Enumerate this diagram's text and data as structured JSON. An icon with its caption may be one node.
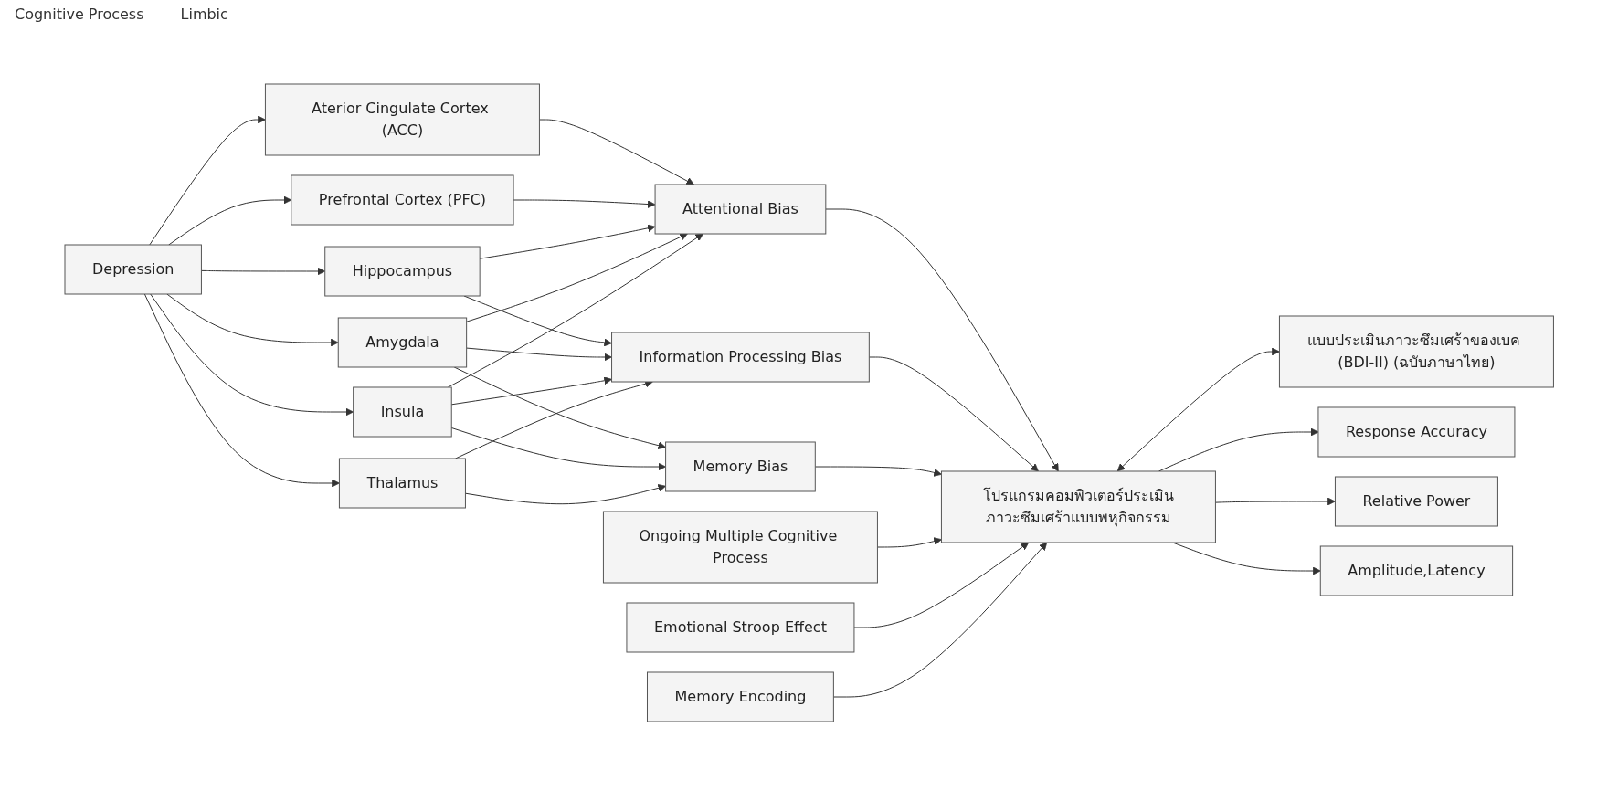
{
  "diagram": {
    "nodes": [
      {
        "text": [
          "Depression"
        ]
      },
      {
        "text": [
          "Aterior Cingulate Cortex (ACC)"
        ]
      },
      {
        "text": [
          "Prefrontal Cortex (PFC)"
        ]
      },
      {
        "text": [
          "Hippocampus"
        ]
      },
      {
        "text": [
          "Amygdala"
        ]
      },
      {
        "text": [
          "Insula"
        ]
      },
      {
        "text": [
          "Thalamus"
        ]
      },
      {
        "text": [
          "Attentional Bias"
        ]
      },
      {
        "text": [
          "Information Processing Bias"
        ]
      },
      {
        "text": [
          "Memory Bias"
        ]
      },
      {
        "text": [
          "Ongoing Multiple Cognitive Process"
        ]
      },
      {
        "text": [
          "Emotional Stroop Effect"
        ]
      },
      {
        "text": [
          "Memory Encoding"
        ]
      },
      {
        "text": [
          "โปรแกรมคอมพิวเตอร์ประเมินภาวะซึมเศร้าแบบพหุกิจกรรม"
        ]
      },
      {
        "text": [
          "แบบประเมินภาวะซึมเศร้าของเบค (BDI-II) (ฉบับภาษาไทย)"
        ]
      },
      {
        "text": [
          "Response Accuracy"
        ]
      },
      {
        "text": [
          "Relative Power"
        ]
      },
      {
        "text": [
          "Amplitude,Latency"
        ]
      }
    ],
    "edges": [
      {
        "from": 0,
        "to": 1,
        "arrow": "to"
      },
      {
        "from": 0,
        "to": 2,
        "arrow": "to"
      },
      {
        "from": 0,
        "to": 3,
        "arrow": "to"
      },
      {
        "from": 0,
        "to": 4,
        "arrow": "to"
      },
      {
        "from": 0,
        "to": 5,
        "arrow": "to"
      },
      {
        "from": 0,
        "to": 6,
        "arrow": "to"
      },
      {
        "from": 1,
        "to": 7,
        "arrow": "to"
      },
      {
        "from": 2,
        "to": 7,
        "arrow": "to"
      },
      {
        "from": 3,
        "to": 7,
        "arrow": "to"
      },
      {
        "from": 3,
        "to": 8,
        "arrow": "to"
      },
      {
        "from": 4,
        "to": 7,
        "arrow": "to"
      },
      {
        "from": 4,
        "to": 8,
        "arrow": "to"
      },
      {
        "from": 4,
        "to": 9,
        "arrow": "to"
      },
      {
        "from": 5,
        "to": 7,
        "arrow": "to"
      },
      {
        "from": 5,
        "to": 8,
        "arrow": "to"
      },
      {
        "from": 5,
        "to": 9,
        "arrow": "to"
      },
      {
        "from": 6,
        "to": 8,
        "arrow": "to"
      },
      {
        "from": 6,
        "to": 9,
        "arrow": "to"
      },
      {
        "from": 7,
        "to": 13,
        "arrow": "to"
      },
      {
        "from": 8,
        "to": 13,
        "arrow": "to"
      },
      {
        "from": 9,
        "to": 13,
        "arrow": "to"
      },
      {
        "from": 10,
        "to": 13,
        "arrow": "to"
      },
      {
        "from": 11,
        "to": 13,
        "arrow": "to"
      },
      {
        "from": 12,
        "to": 13,
        "arrow": "to"
      },
      {
        "from": 13,
        "to": 14,
        "arrow": "both"
      },
      {
        "from": 13,
        "to": 15,
        "arrow": "to"
      },
      {
        "from": 13,
        "to": 16,
        "arrow": "to"
      },
      {
        "from": 13,
        "to": 17,
        "arrow": "to"
      }
    ],
    "labels": [
      "Cognitive Process",
      "Limbic"
    ]
  }
}
